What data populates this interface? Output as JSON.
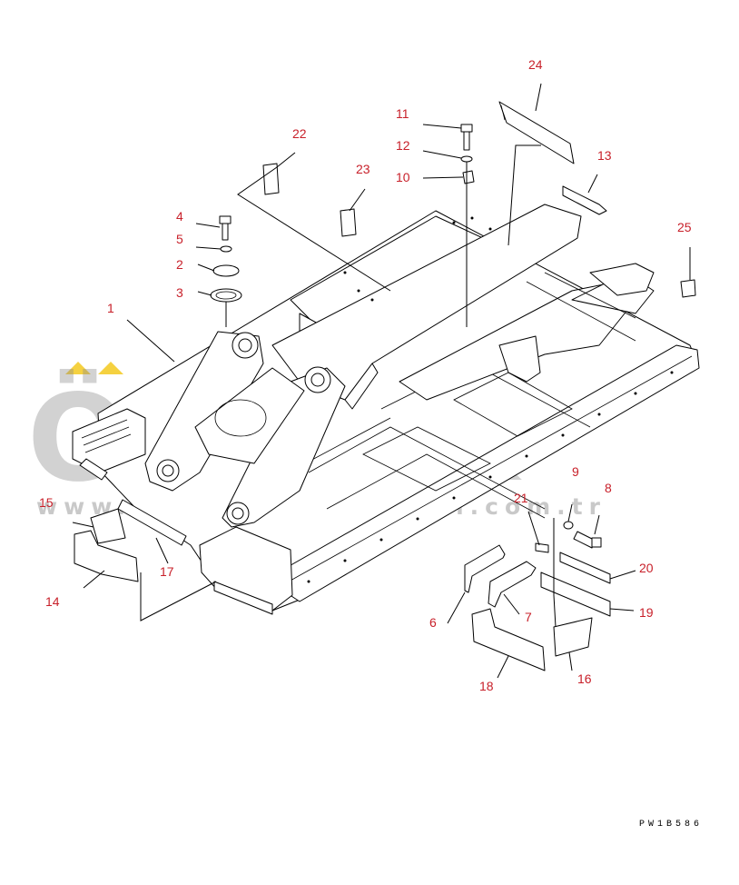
{
  "drawing_code": "PW1B586",
  "watermark": {
    "brand": "ÖRNEK",
    "url": "www.ornekismakinalari.com.tr",
    "accent_color": "#f2c200"
  },
  "callouts": [
    {
      "id": "c1",
      "label": "1"
    },
    {
      "id": "c2",
      "label": "2"
    },
    {
      "id": "c3",
      "label": "3"
    },
    {
      "id": "c4",
      "label": "4"
    },
    {
      "id": "c5",
      "label": "5"
    },
    {
      "id": "c6",
      "label": "6"
    },
    {
      "id": "c7",
      "label": "7"
    },
    {
      "id": "c8",
      "label": "8"
    },
    {
      "id": "c9",
      "label": "9"
    },
    {
      "id": "c10",
      "label": "10"
    },
    {
      "id": "c11",
      "label": "11"
    },
    {
      "id": "c12",
      "label": "12"
    },
    {
      "id": "c13",
      "label": "13"
    },
    {
      "id": "c14",
      "label": "14"
    },
    {
      "id": "c15",
      "label": "15"
    },
    {
      "id": "c16",
      "label": "16"
    },
    {
      "id": "c17",
      "label": "17"
    },
    {
      "id": "c18",
      "label": "18"
    },
    {
      "id": "c19",
      "label": "19"
    },
    {
      "id": "c20",
      "label": "20"
    },
    {
      "id": "c21",
      "label": "21"
    },
    {
      "id": "c22",
      "label": "22"
    },
    {
      "id": "c23",
      "label": "23"
    },
    {
      "id": "c24",
      "label": "24"
    },
    {
      "id": "c25",
      "label": "25"
    }
  ]
}
